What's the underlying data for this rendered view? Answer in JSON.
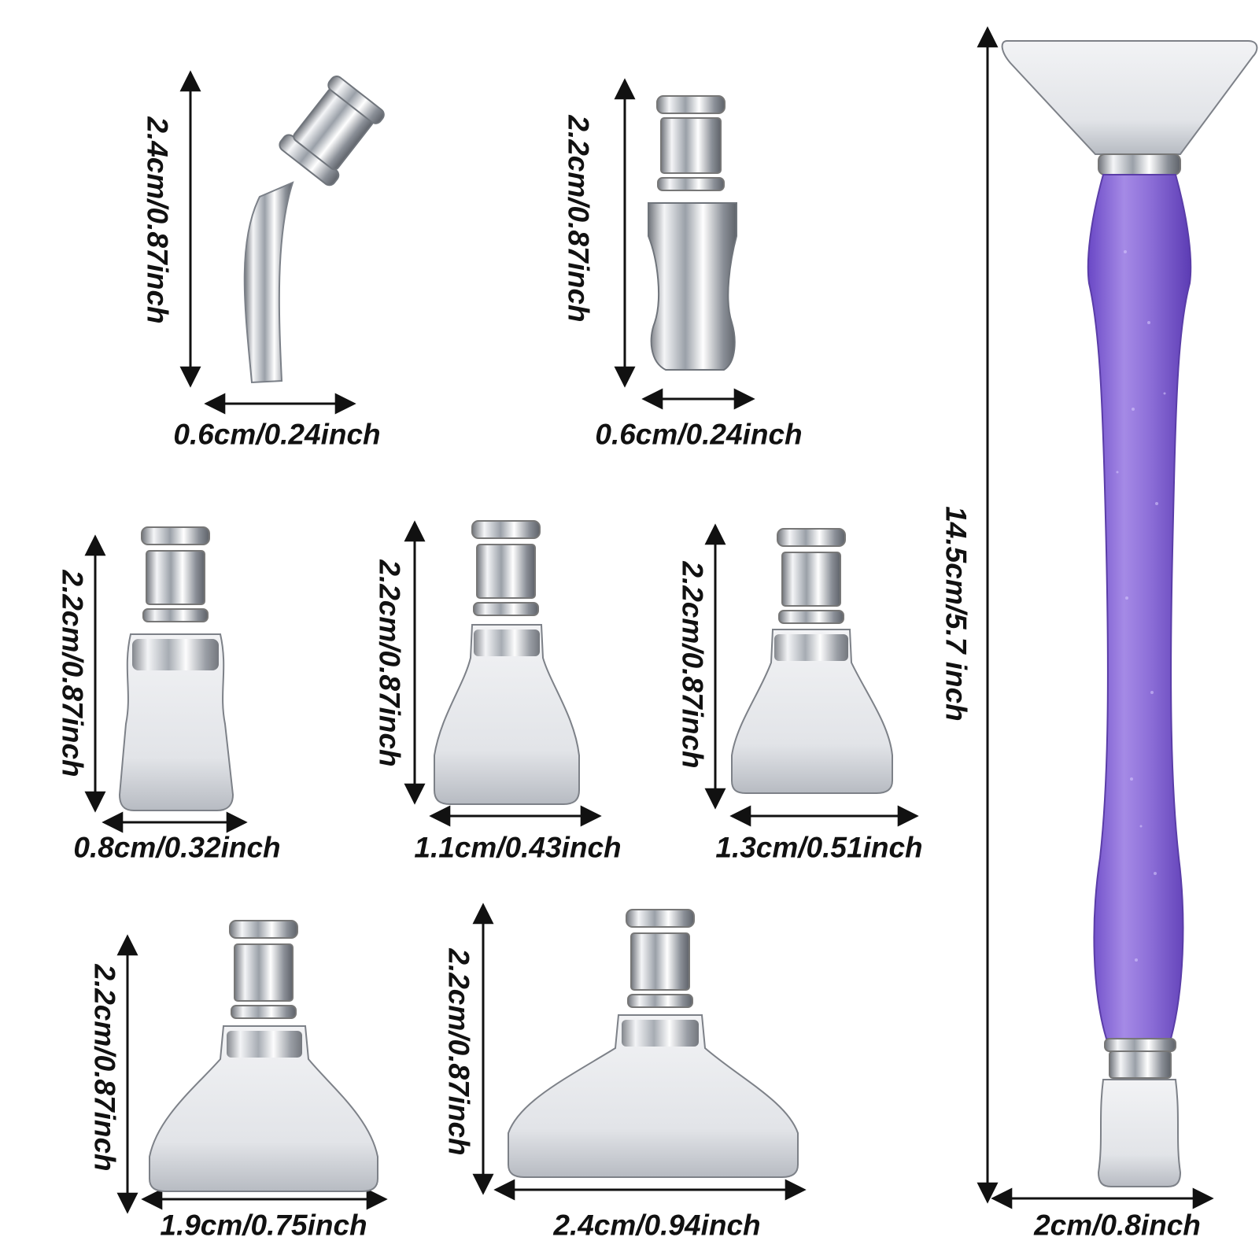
{
  "product": {
    "pen_handle_color": "#8d6fd8",
    "metal_color": "#c9ccd2"
  },
  "dimensions": {
    "angled_tip": {
      "height": "2.4cm/0.87inch",
      "width": "0.6cm/0.24inch"
    },
    "narrow_tip": {
      "height": "2.2cm/0.87inch",
      "width": "0.6cm/0.24inch"
    },
    "tip_08": {
      "height": "2.2cm/0.87inch",
      "width": "0.8cm/0.32inch"
    },
    "tip_11": {
      "height": "2.2cm/0.87inch",
      "width": "1.1cm/0.43inch"
    },
    "tip_13": {
      "height": "2.2cm/0.87inch",
      "width": "1.3cm/0.51inch"
    },
    "tip_19": {
      "height": "2.2cm/0.87inch",
      "width": "1.9cm/0.75inch"
    },
    "tip_24": {
      "height": "2.2cm/0.87inch",
      "width": "2.4cm/0.94inch"
    },
    "pen": {
      "height": "14.5cm/5.7 inch",
      "width": "2cm/0.8inch"
    }
  }
}
